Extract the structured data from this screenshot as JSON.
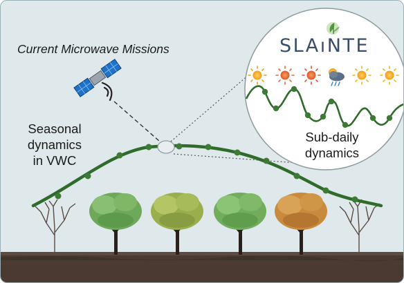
{
  "mission_title": "Current Microwave Missions",
  "seasonal_label": [
    "Seasonal",
    "dynamics",
    "in VWC"
  ],
  "brand": "SLAıNTE",
  "subdaily_label": [
    "Sub-daily",
    "dynamics"
  ],
  "colors": {
    "background": "#dfe8ea",
    "border": "#9ab0b7",
    "curve": "#2f6b2a",
    "curve_dot": "#3c7a35",
    "ground": "#4a3a32",
    "sun": "#f2a01c",
    "sun_red": "#e46a35",
    "satellite_panel": "#1e73c8"
  },
  "icons": {
    "satellite": "satellite-icon",
    "signal": "signal-waves-icon",
    "brand_logo": "leaf-sprout-icon",
    "weather": [
      "sun-icon",
      "sun-icon",
      "sun-icon",
      "cloud-rain-sun-icon",
      "sun-icon",
      "sun-icon"
    ]
  },
  "trees": [
    "bare-tree",
    "green-tree",
    "olive-tree",
    "green-tree",
    "autumn-tree",
    "bare-tree"
  ]
}
